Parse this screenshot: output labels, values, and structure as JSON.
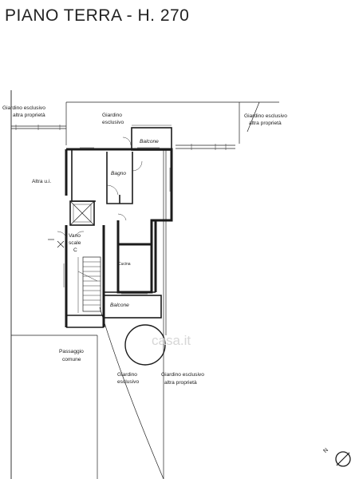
{
  "title": "PIANO TERRA - H. 270",
  "labels": {
    "garden_left_1": "Giardino esclusivo",
    "garden_left_2": "altra proprietà",
    "garden_top_1": "Giardino",
    "garden_top_2": "esclusivo",
    "garden_right_1": "Giardino esclusivo",
    "garden_right_2": "altra proprietà",
    "balcony_top": "Balcone",
    "bathroom": "Bagno",
    "other_unit": "Altra u.i.",
    "stair_1": "Vano",
    "stair_2": "scale",
    "stair_3": "C",
    "kitchen": "Cucina",
    "balcony_bottom": "Balcone",
    "passage_1": "Passaggio",
    "passage_2": "comune",
    "garden_bottom_1": "Giardino",
    "garden_bottom_2": "esclusivo",
    "garden_bottom_right_1": "Giardino esclusivo",
    "garden_bottom_right_2": "altra proprietà",
    "watermark": "casa.it",
    "north": "N"
  }
}
